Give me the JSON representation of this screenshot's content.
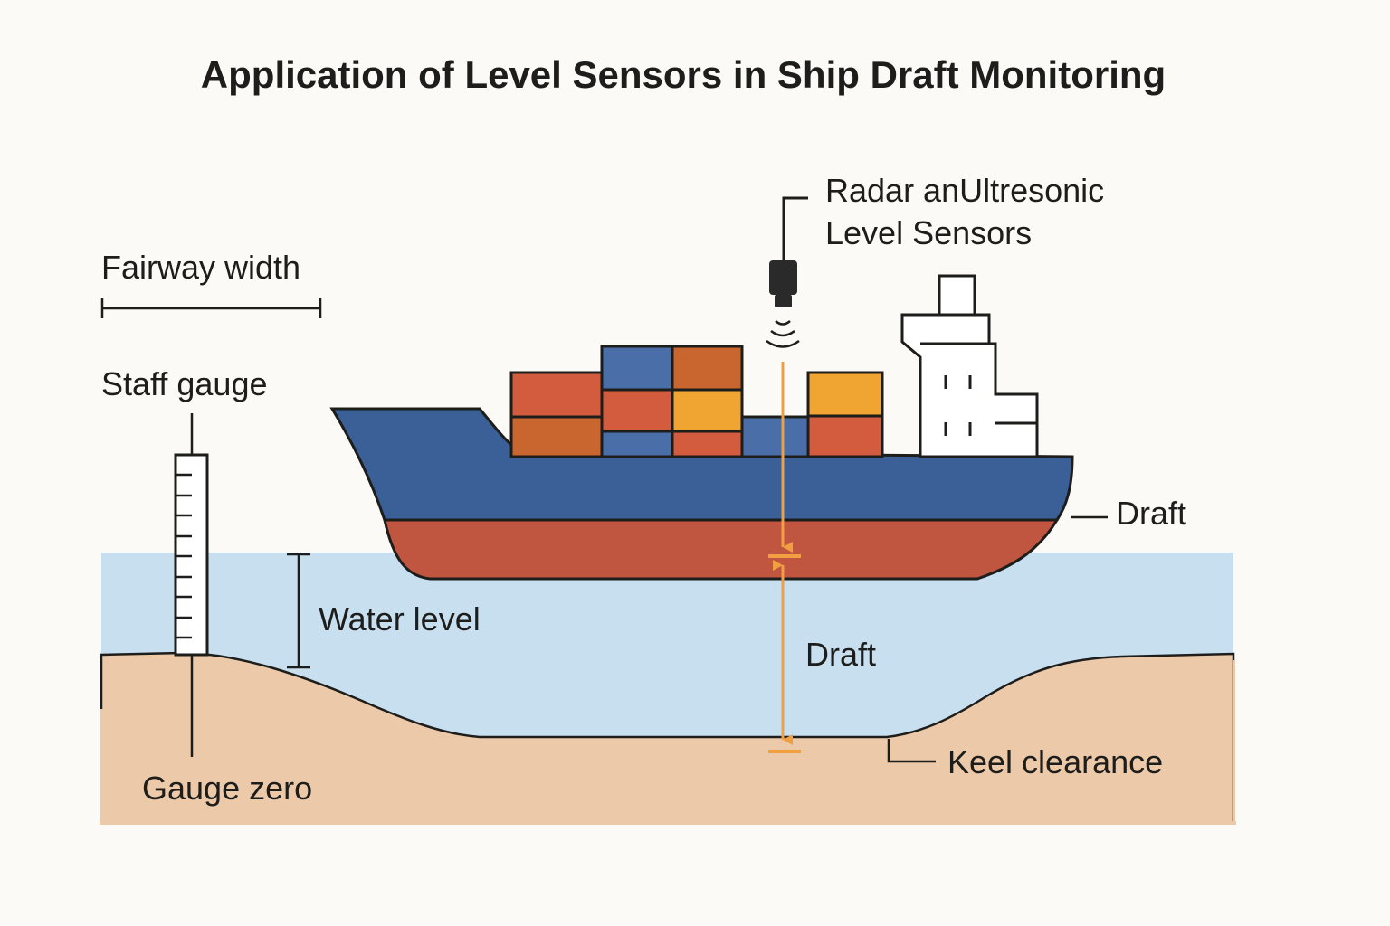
{
  "title": "Application of Level Sensors in Ship Draft Monitoring",
  "labels": {
    "sensor_line1": "Radar anUltresonic",
    "sensor_line2": "Level Sensors",
    "fairway_width": "Fairway width",
    "staff_gauge": "Staff gauge",
    "draft_right": "Draft",
    "water_level": "Water level",
    "draft_center": "Draft",
    "gauge_zero": "Gauge zero",
    "keel_clearance": "Keel clearance"
  },
  "colors": {
    "background": "#fbfaf6",
    "water": "#c8dff0",
    "seabed": "#ecc9a8",
    "hull_upper": "#3b5f97",
    "hull_lower": "#c05540",
    "container_red": "#d35c3f",
    "container_orange": "#c9652e",
    "container_yellow": "#f0a532",
    "container_blue": "#4a6ea8",
    "measurement_line": "#f0a040",
    "outline": "#1d1d1b"
  },
  "icons": {
    "sensor": "sensor-icon",
    "signal": "signal-waves-icon"
  }
}
